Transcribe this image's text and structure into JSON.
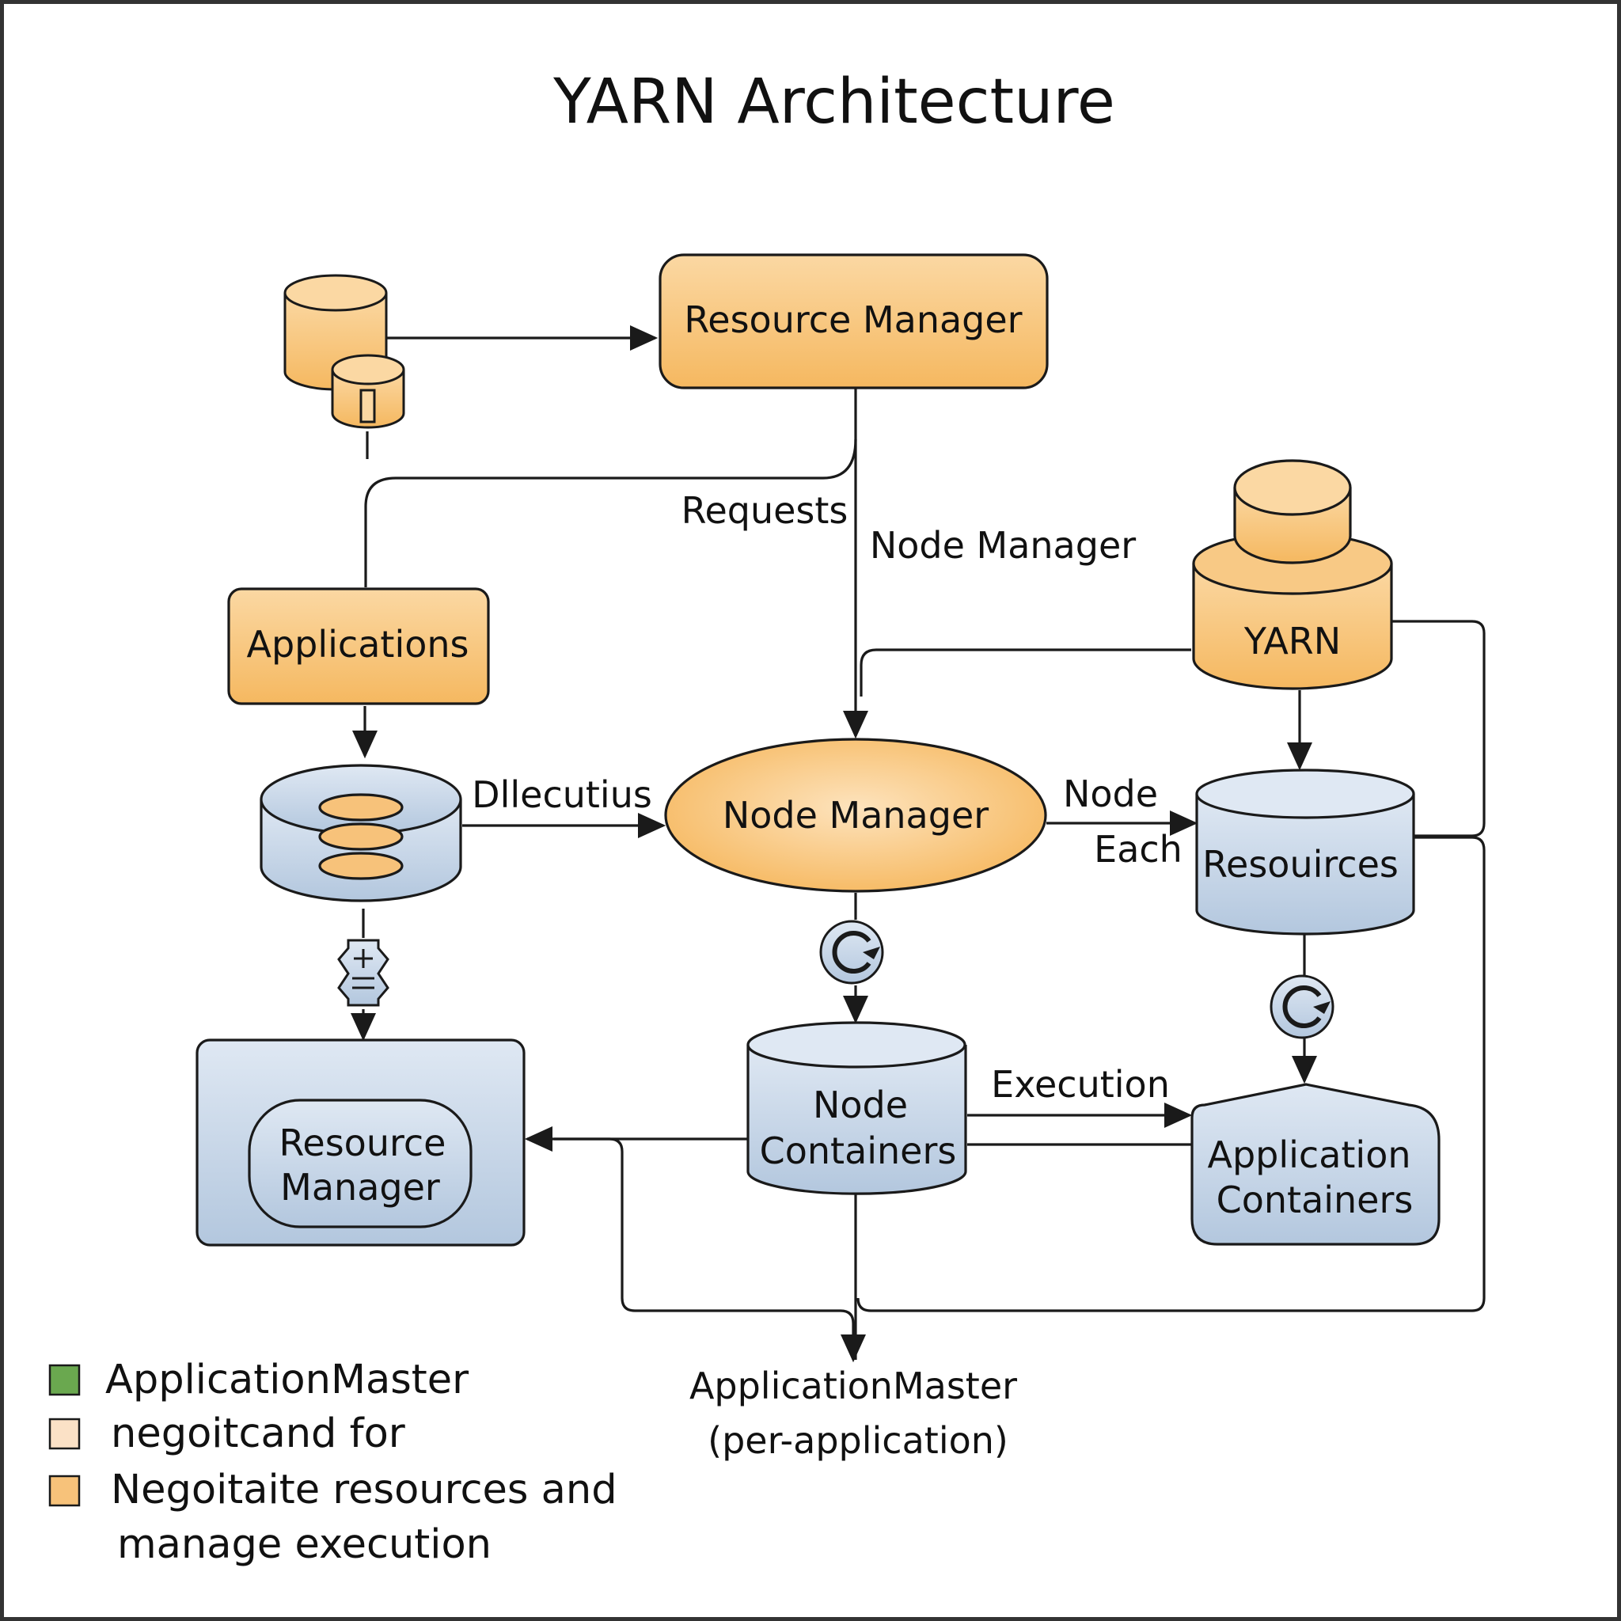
{
  "diagram": {
    "title": "YARN Architecture",
    "nodes": {
      "resource_manager_top": "Resource Manager",
      "applications": "Applications",
      "node_manager": "Node Manager",
      "yarn": "YARN",
      "resources": "Resouirces",
      "node_containers_line1": "Node",
      "node_containers_line2": "Containers",
      "resource_manager_bottom_line1": "Resource",
      "resource_manager_bottom_line2": "Manager",
      "application_containers_line1": "Application",
      "application_containers_line2": "Containers",
      "application_master_line1": "ApplicationMaster",
      "application_master_line2": "(per-application)"
    },
    "edge_labels": {
      "requests": "Requests",
      "node_manager": "Node Manager",
      "dllecutius": "Dllecutius",
      "node": "Node",
      "each": "Each",
      "execution": "Execution"
    },
    "colors": {
      "orange_fill": "#f7c27a",
      "orange_light": "#fbd8a3",
      "blue_fill": "#c5d5e8",
      "blue_light": "#dbe5f1",
      "stroke": "#1a1a1a",
      "legend_green": "#6aa84f",
      "legend_peach": "#fbe1c6",
      "legend_orange": "#f7c27a"
    },
    "legend": [
      {
        "label": "ApplicationMaster",
        "color": "#6aa84f"
      },
      {
        "label": "negoitcand for",
        "color": "#fbe1c6"
      },
      {
        "label": "Negoitaite resources and",
        "label_line2": "manage execution",
        "color": "#f7c27a"
      }
    ]
  }
}
